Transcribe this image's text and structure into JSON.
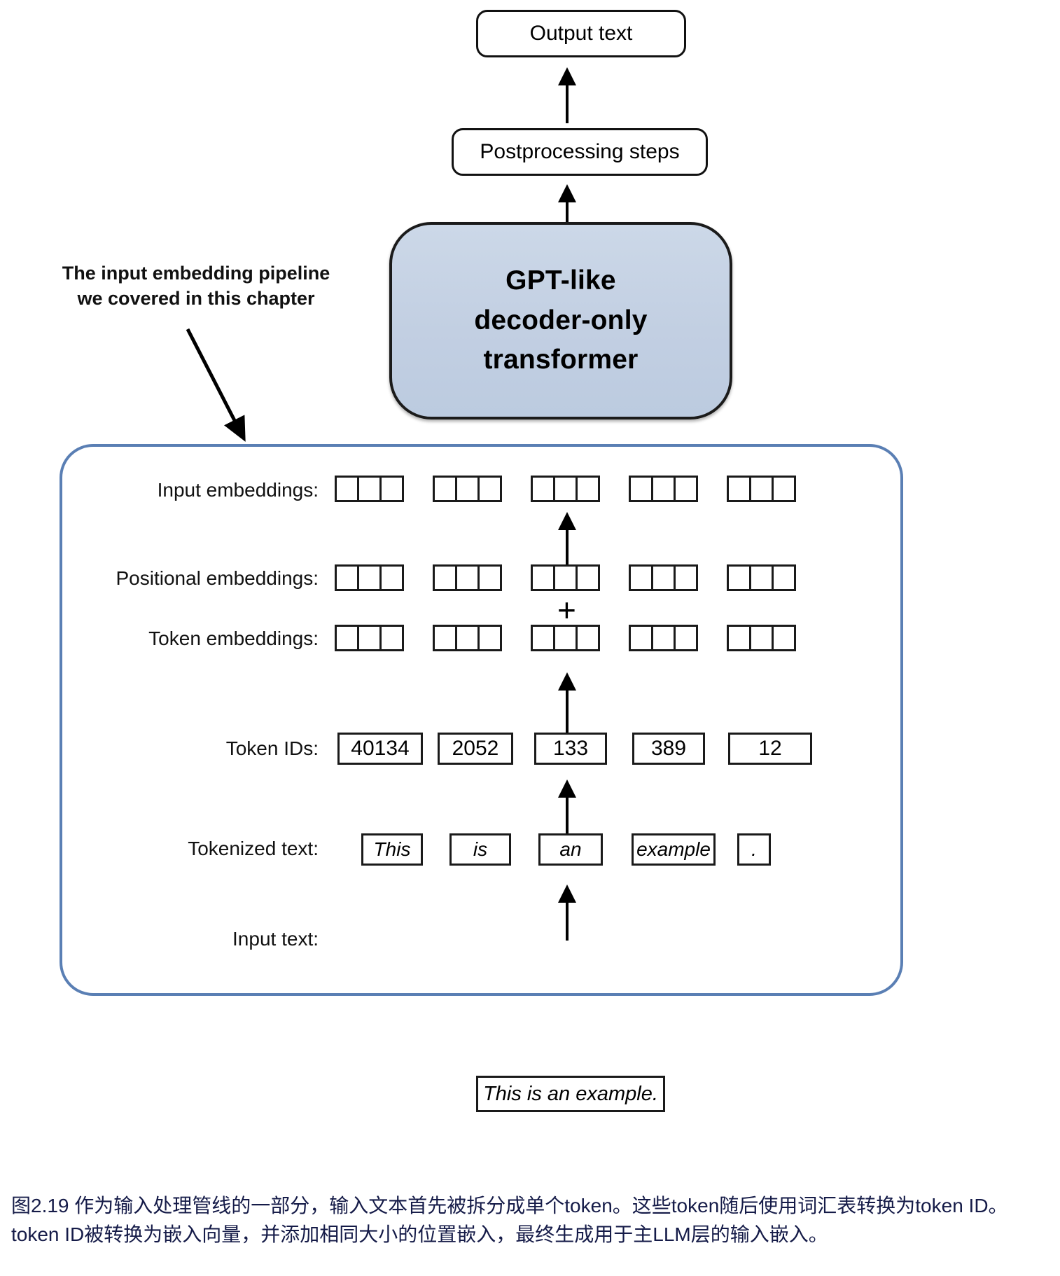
{
  "flow": {
    "output_text": "Output text",
    "postprocessing": "Postprocessing steps",
    "gpt_block_line1": "GPT-like",
    "gpt_block_line2": "decoder-only",
    "gpt_block_line3": "transformer"
  },
  "annotation": {
    "line1": "The input embedding pipeline",
    "line2": "we covered in this chapter"
  },
  "rows": {
    "input_embeddings_label": "Input embeddings:",
    "positional_embeddings_label": "Positional embeddings:",
    "token_embeddings_label": "Token embeddings:",
    "token_ids_label": "Token IDs:",
    "tokenized_text_label": "Tokenized text:",
    "input_text_label": "Input text:"
  },
  "operators": {
    "plus": "+"
  },
  "embedding_cells_per_group": 3,
  "embedding_group_count": 5,
  "token_ids": [
    "40134",
    "2052",
    "133",
    "389",
    "12"
  ],
  "tokenized_text": [
    "This",
    "is",
    "an",
    "example",
    "."
  ],
  "input_text": "This is an example.",
  "caption": "图2.19 作为输入处理管线的一部分，输入文本首先被拆分成单个token。这些token随后使用词汇表转换为token ID。token ID被转换为嵌入向量，并添加相同大小的位置嵌入，最终生成用于主LLM层的输入嵌入。",
  "colors": {
    "gpt_block_fill": "#c5d2e3",
    "pipeline_border": "#5a7fb4",
    "caption_text": "#151b48",
    "stroke": "#1a1a1a"
  }
}
